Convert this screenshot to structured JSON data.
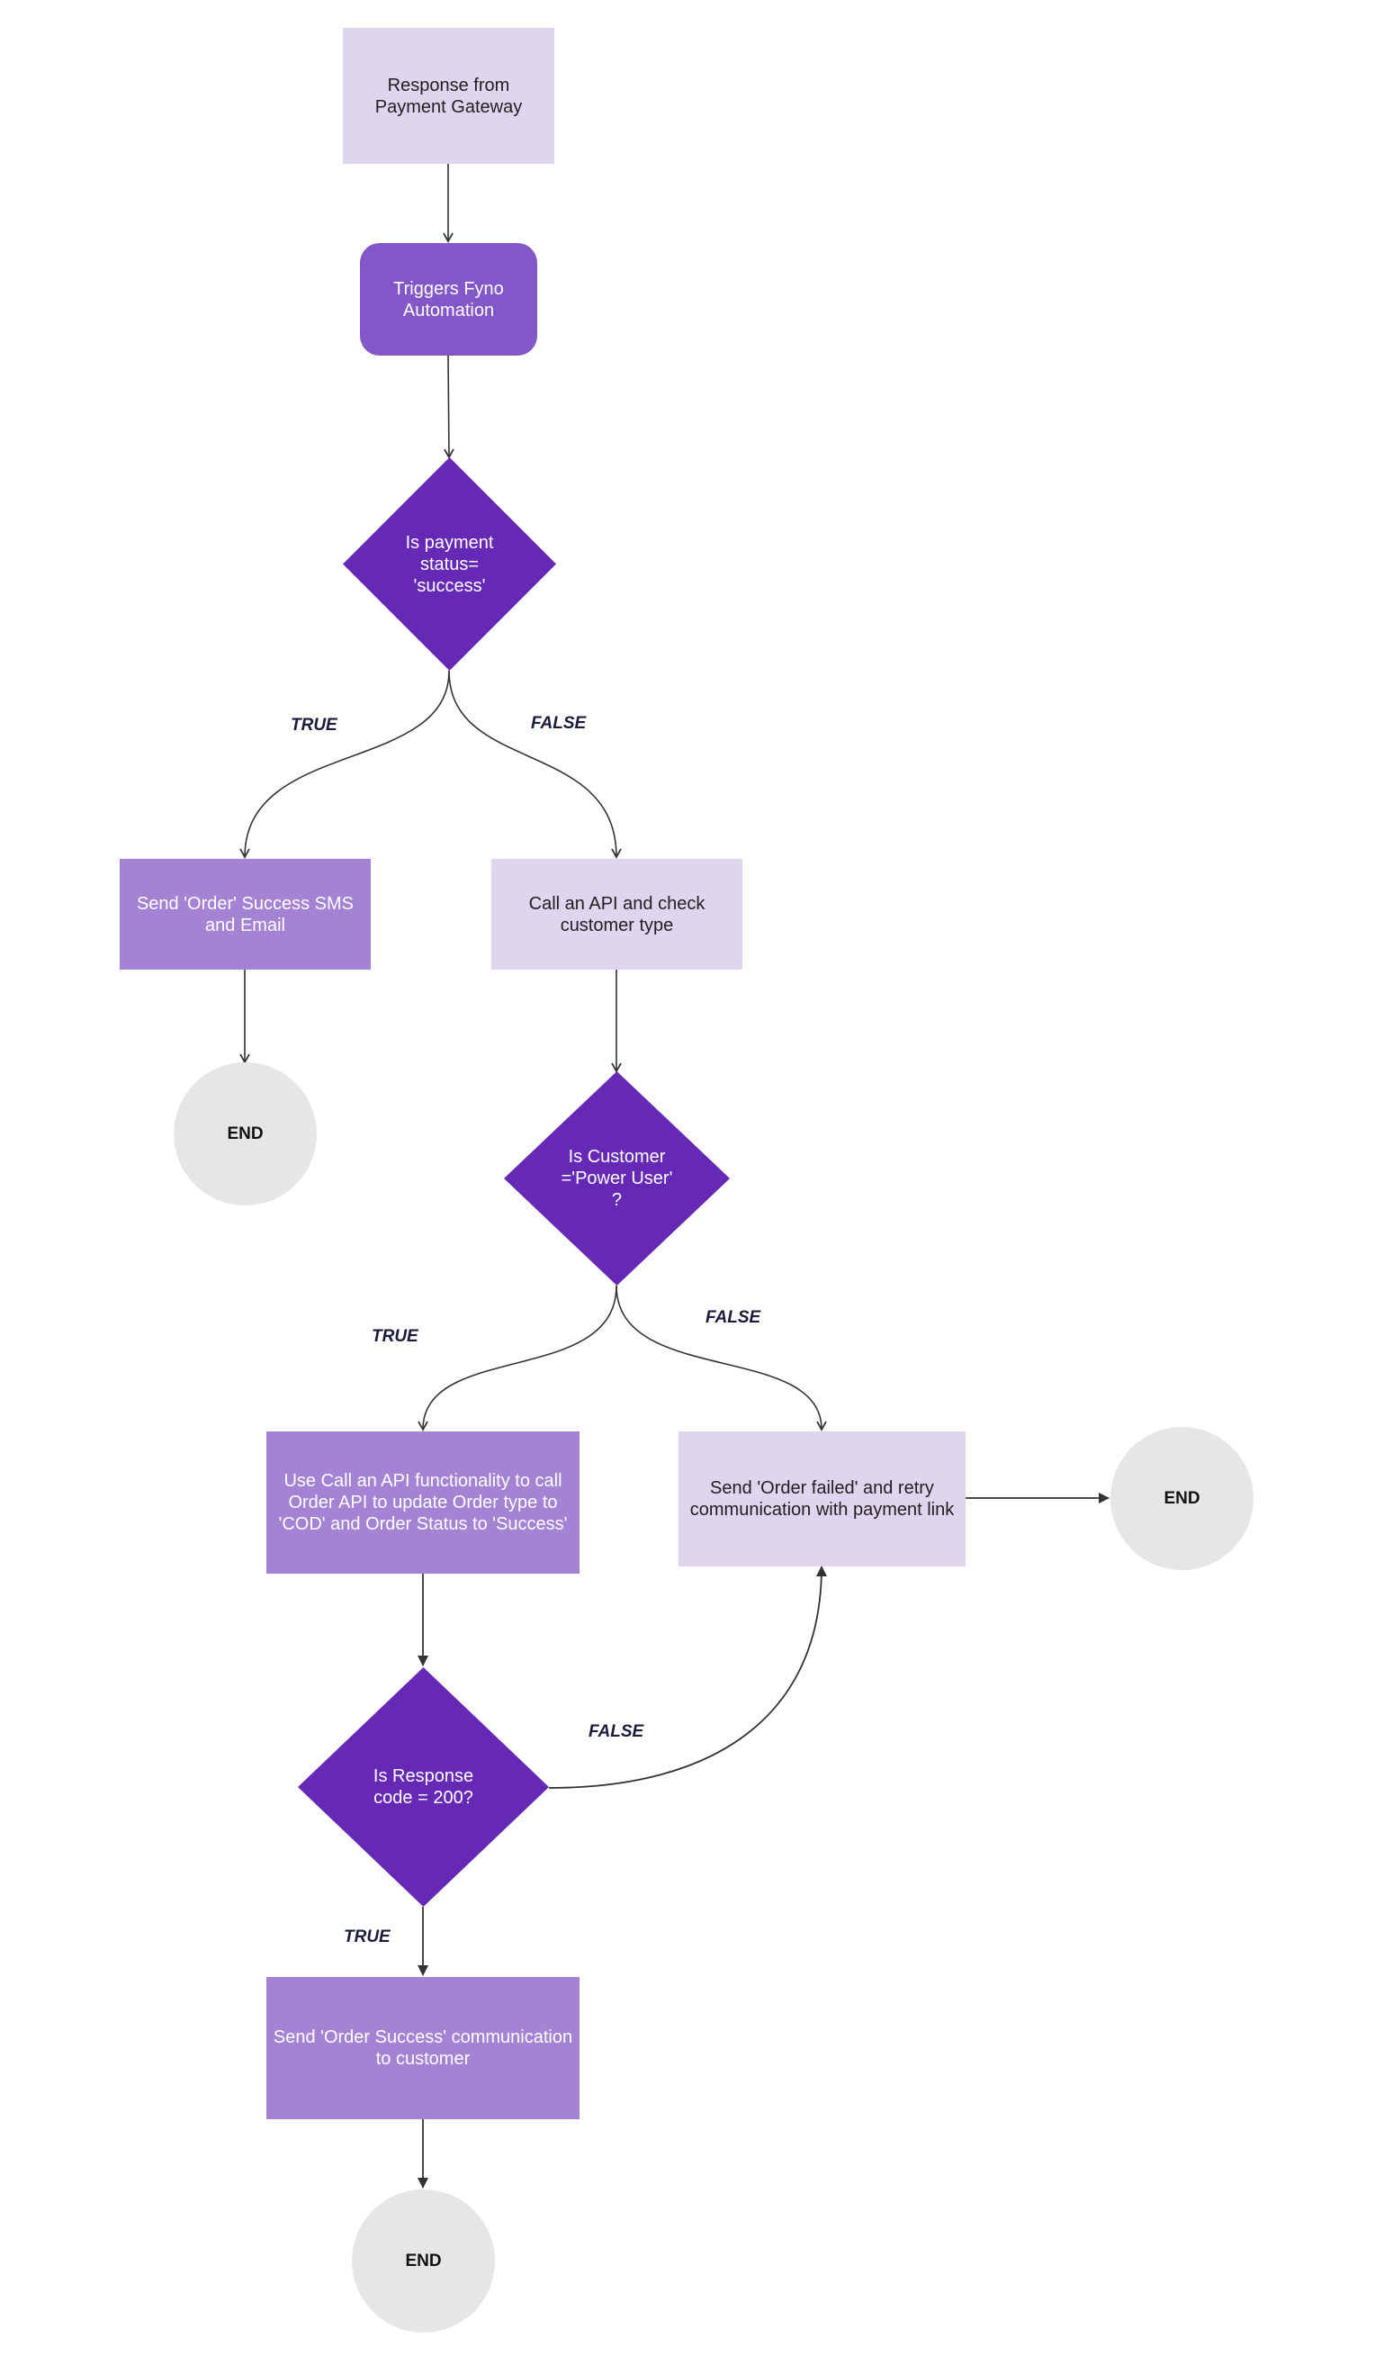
{
  "colors": {
    "light_box": "#dfd5ef",
    "mid_box": "#a482d4",
    "dark_box": "#8457c8",
    "diamond": "#6629b5",
    "end_circle": "#e6e6e6",
    "connector": "#333333"
  },
  "nodes": {
    "gateway_response": "Response from\nPayment Gateway",
    "fyno_trigger": "Triggers Fyno\nAutomation",
    "payment_decision": "Is payment\nstatus=\n'success'",
    "order_success_sms": "Send 'Order' Success SMS\nand Email",
    "end_1": "END",
    "api_check_customer": "Call an API and check\ncustomer type",
    "customer_decision": "Is Customer\n='Power User'\n?",
    "call_order_api": "Use Call an API functionality to call\nOrder API to update Order type to\n'COD' and Order Status to 'Success'",
    "order_failed_retry": "Send 'Order failed' and retry\ncommunication with payment link",
    "end_2": "END",
    "response_code_decision": "Is Response\ncode = 200?",
    "order_success_comm": "Send 'Order Success' communication\nto customer",
    "end_3": "END"
  },
  "edge_labels": {
    "payment_true": "TRUE",
    "payment_false": "FALSE",
    "customer_true": "TRUE",
    "customer_false": "FALSE",
    "response_false": "FALSE",
    "response_true": "TRUE"
  }
}
